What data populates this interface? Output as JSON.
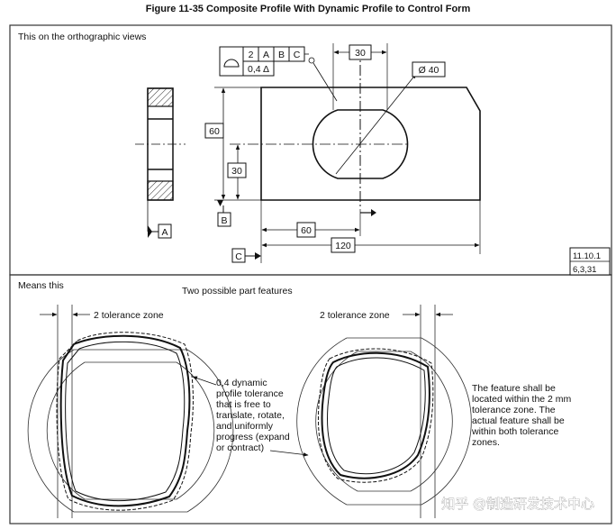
{
  "title": "Figure 11-35 Composite Profile With Dynamic Profile to Control Form",
  "top_panel": {
    "caption": "This on the orthographic views",
    "fcf": {
      "symbol": "profile-of-surface",
      "row1": [
        "2",
        "A",
        "B",
        "C"
      ],
      "row2": "0,4 Δ"
    },
    "dims": {
      "width_30_top": "30",
      "diameter": "Ø 40",
      "height_60": "60",
      "height_30": "30",
      "x_60": "60",
      "x_120": "120"
    },
    "datums": {
      "a": "A",
      "b": "B",
      "c": "C"
    },
    "reference": [
      "11.10.1",
      "6,3,31"
    ]
  },
  "bottom_panel": {
    "caption": "Means this",
    "subtitle": "Two possible part features",
    "zone_left": "2 tolerance zone",
    "zone_right": "2 tolerance zone",
    "dynamic_note": [
      "0,4 dynamic",
      "profile tolerance",
      "that is free to",
      "translate, rotate,",
      "and uniformly",
      "progress (expand",
      "or contract)"
    ],
    "feature_note": [
      "The feature shall be",
      "located within the 2 mm",
      "tolerance zone. The",
      "actual feature shall be",
      "within both tolerance",
      "zones."
    ]
  },
  "watermark": "知乎 @制造研发技术中心"
}
